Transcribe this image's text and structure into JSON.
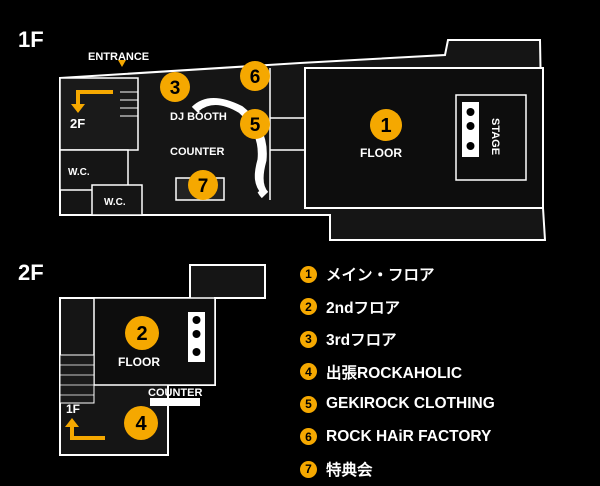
{
  "floor_1f": {
    "heading": "1F",
    "entrance_label": "ENTRANCE",
    "stairs_label": "2F",
    "wc_label_1": "W.C.",
    "wc_label_2": "W.C.",
    "dj_booth_label": "DJ BOOTH",
    "counter_label": "COUNTER",
    "floor_label": "FLOOR",
    "stage_label": "STAGE",
    "markers": {
      "main": "1",
      "third": "3",
      "hair": "6",
      "clothing": "5",
      "bonus": "7"
    }
  },
  "floor_2f": {
    "heading": "2F",
    "floor_label": "FLOOR",
    "counter_label": "COUNTER",
    "stairs_label": "1F",
    "markers": {
      "second": "2",
      "rockaholic": "4"
    }
  },
  "legend": {
    "items": [
      {
        "number": "1",
        "label": "メイン・フロア"
      },
      {
        "number": "2",
        "label": "2ndフロア"
      },
      {
        "number": "3",
        "label": "3rdフロア"
      },
      {
        "number": "4",
        "label": "出張ROCKAHOLIC"
      },
      {
        "number": "5",
        "label": "GEKIROCK CLOTHING"
      },
      {
        "number": "6",
        "label": "ROCK HAiR FACTORY"
      },
      {
        "number": "7",
        "label": "特典会"
      }
    ]
  },
  "colors": {
    "background": "#000000",
    "walls": "#ffffff",
    "accent": "#f5a800",
    "interior": "#151515"
  }
}
